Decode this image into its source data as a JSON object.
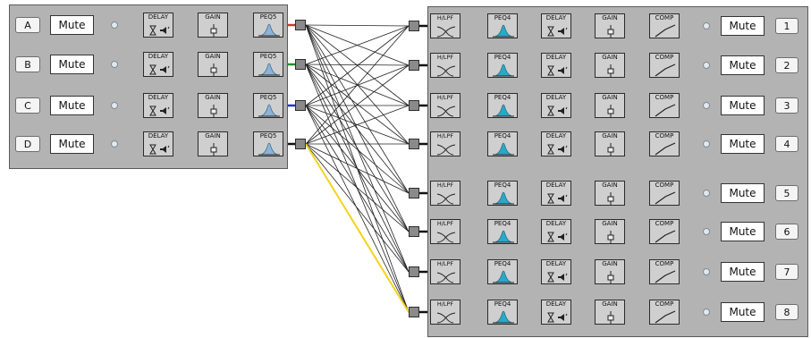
{
  "inputs": [
    {
      "label": "A",
      "mute": "Mute",
      "wire_color": "#c43a2f",
      "blocks": [
        "DELAY",
        "GAIN",
        "PEQ5"
      ]
    },
    {
      "label": "B",
      "mute": "Mute",
      "wire_color": "#23912a",
      "blocks": [
        "DELAY",
        "GAIN",
        "PEQ5"
      ]
    },
    {
      "label": "C",
      "mute": "Mute",
      "wire_color": "#2232d2",
      "blocks": [
        "DELAY",
        "GAIN",
        "PEQ5"
      ]
    },
    {
      "label": "D",
      "mute": "Mute",
      "wire_color": "#111111",
      "blocks": [
        "DELAY",
        "GAIN",
        "PEQ5"
      ]
    }
  ],
  "outputs": [
    {
      "number": "1",
      "mute": "Mute",
      "blocks": [
        "H/LPF",
        "PEQ4",
        "DELAY",
        "GAIN",
        "COMP"
      ]
    },
    {
      "number": "2",
      "mute": "Mute",
      "blocks": [
        "H/LPF",
        "PEQ4",
        "DELAY",
        "GAIN",
        "COMP"
      ]
    },
    {
      "number": "3",
      "mute": "Mute",
      "blocks": [
        "H/LPF",
        "PEQ4",
        "DELAY",
        "GAIN",
        "COMP"
      ]
    },
    {
      "number": "4",
      "mute": "Mute",
      "blocks": [
        "H/LPF",
        "PEQ4",
        "DELAY",
        "GAIN",
        "COMP"
      ]
    },
    {
      "number": "5",
      "mute": "Mute",
      "blocks": [
        "H/LPF",
        "PEQ4",
        "DELAY",
        "GAIN",
        "COMP"
      ]
    },
    {
      "number": "6",
      "mute": "Mute",
      "blocks": [
        "H/LPF",
        "PEQ4",
        "DELAY",
        "GAIN",
        "COMP"
      ]
    },
    {
      "number": "7",
      "mute": "Mute",
      "blocks": [
        "H/LPF",
        "PEQ4",
        "DELAY",
        "GAIN",
        "COMP"
      ]
    },
    {
      "number": "8",
      "mute": "Mute",
      "blocks": [
        "H/LPF",
        "PEQ4",
        "DELAY",
        "GAIN",
        "COMP"
      ]
    }
  ],
  "block_icons": {
    "H/LPF": "crossover-filter-icon",
    "PEQ4": "eq-bell-icon",
    "PEQ5": "eq-bell-icon",
    "DELAY": "hourglass-speaker-icon",
    "GAIN": "fader-icon",
    "COMP": "compressor-curve-icon"
  },
  "colors": {
    "panel": "#b3b3b3",
    "block": "#cfcfcf",
    "eq_fill": "#2aa8c8",
    "peq5_fill": "#8fb2d6",
    "matrix_wire": "#222222",
    "highlight_wire": "#f5d31a"
  },
  "matrix": {
    "highlighted_route": {
      "from": "D",
      "to": "8"
    }
  }
}
